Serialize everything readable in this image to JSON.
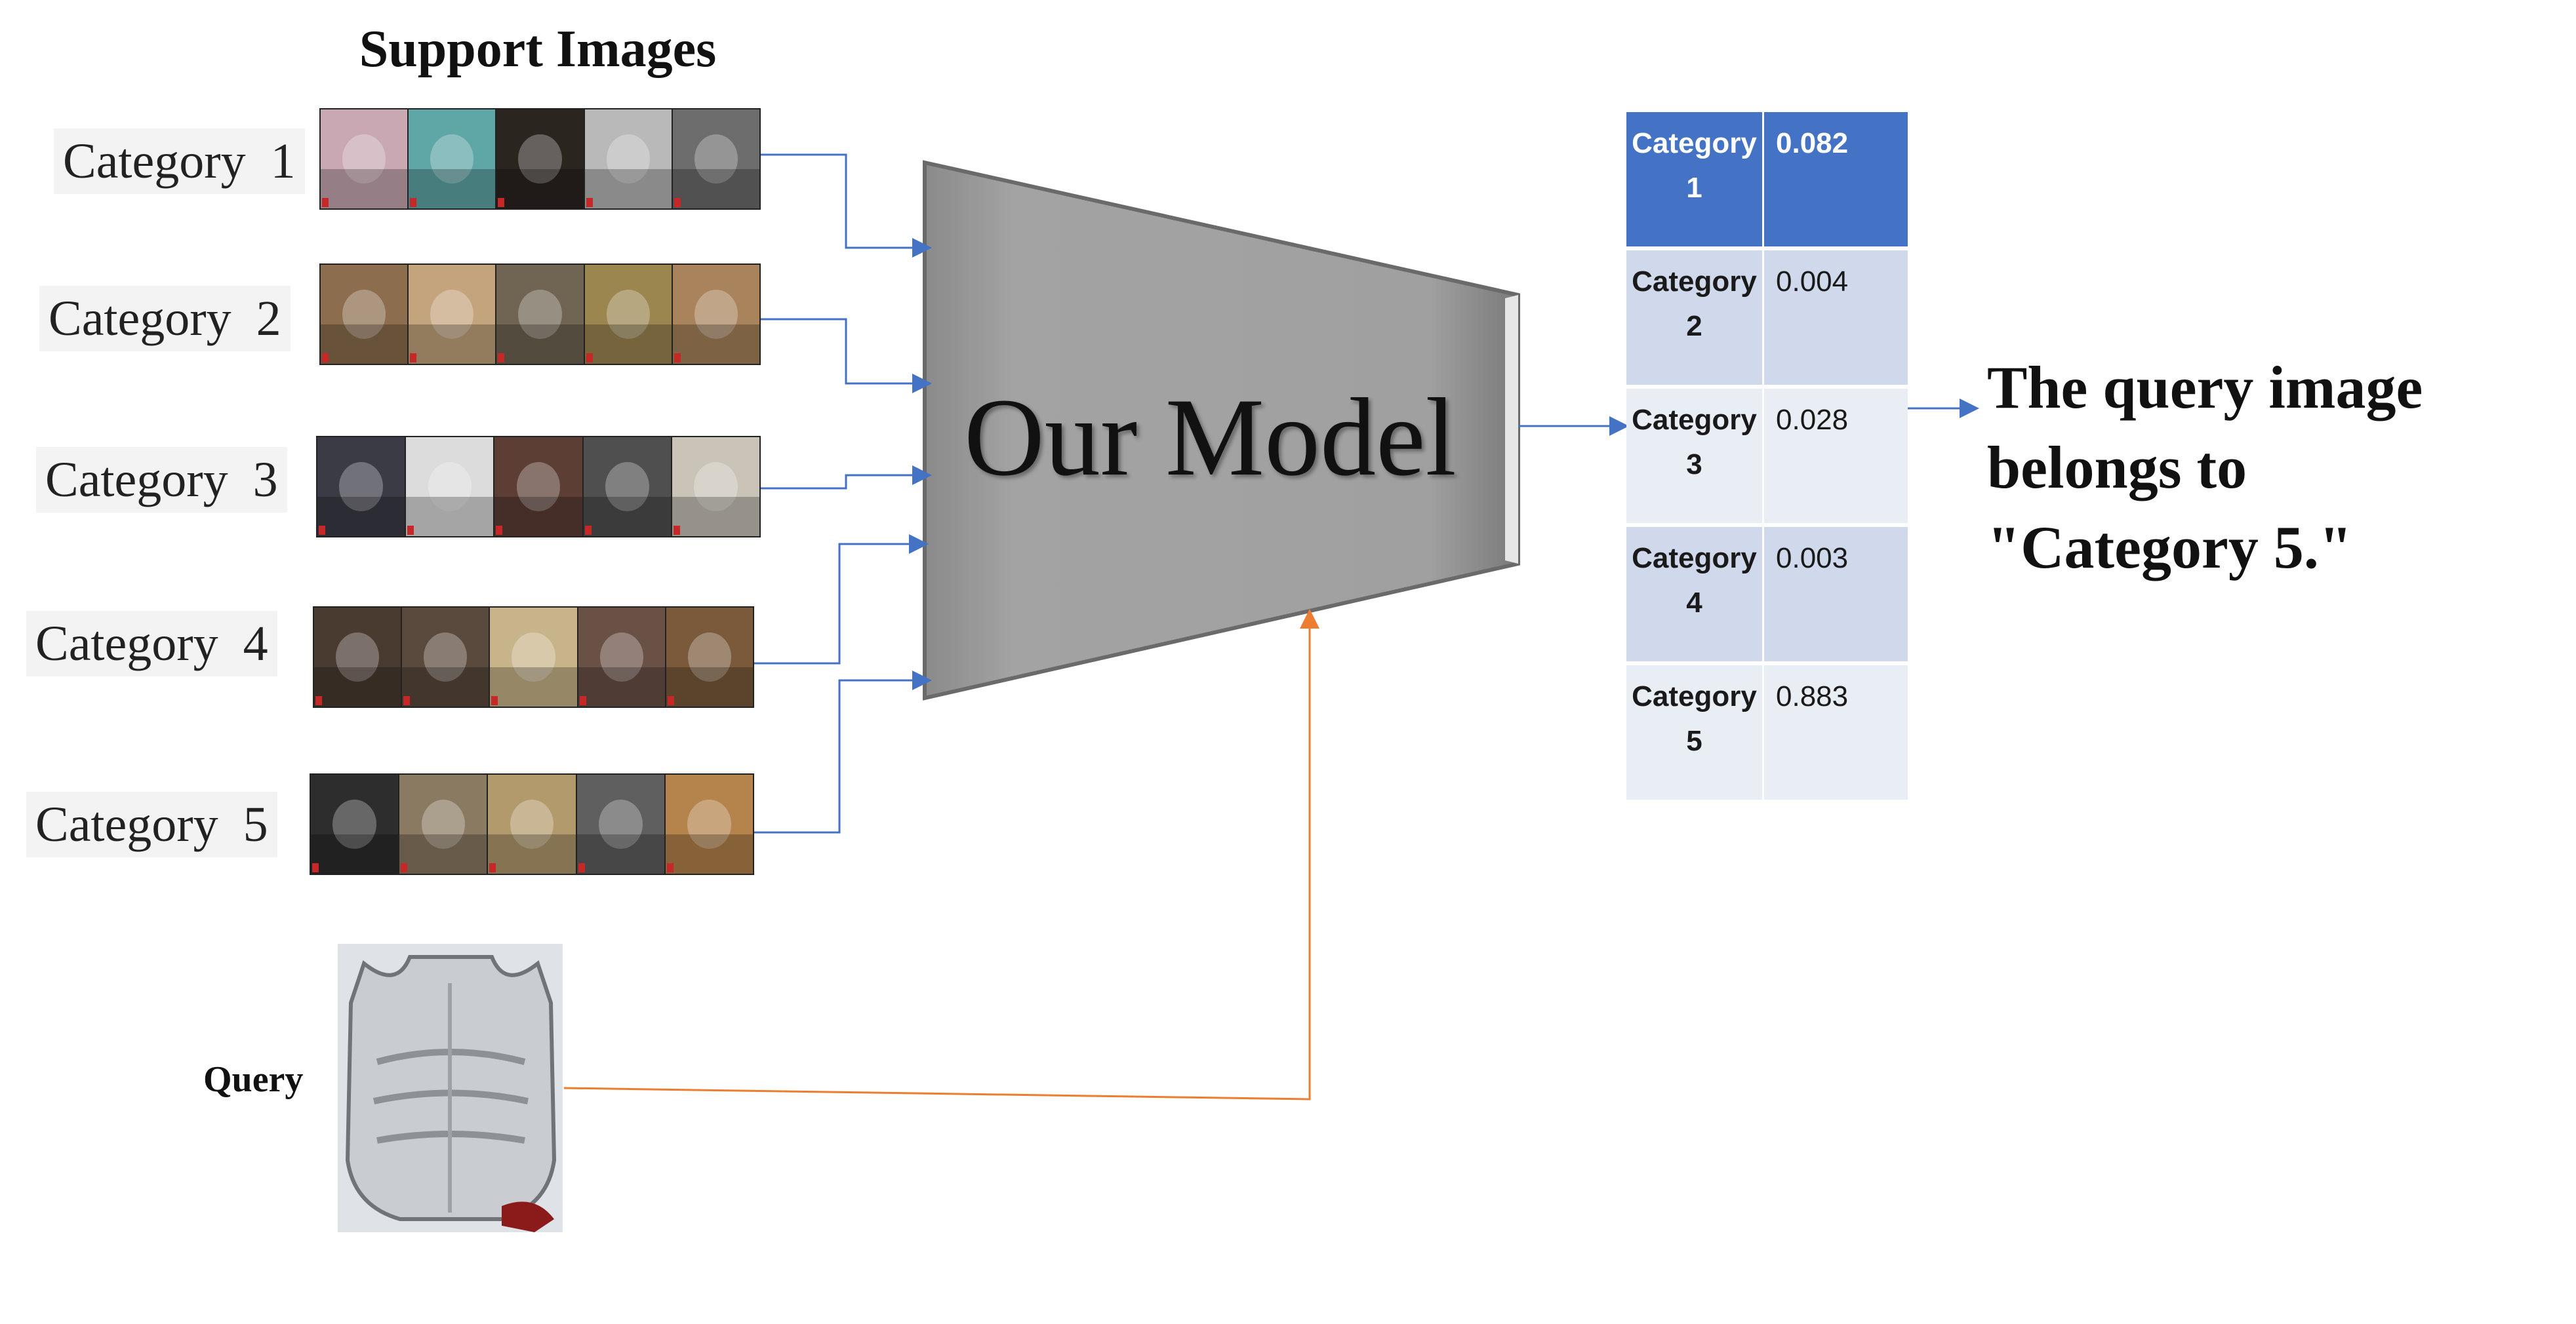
{
  "support_title": "Support Images",
  "categories": [
    {
      "label": "Category  1",
      "colors": [
        "#c9a8b4",
        "#5fa7a7",
        "#2b2520",
        "#b9b9b9",
        "#6d6d6d"
      ]
    },
    {
      "label": "Category  2",
      "colors": [
        "#8c6e4e",
        "#c4a47c",
        "#6f6552",
        "#9c8650",
        "#a9835b"
      ]
    },
    {
      "label": "Category  3",
      "colors": [
        "#3b3b46",
        "#dcdcdc",
        "#5c3e35",
        "#4f4f4f",
        "#c9c3b8"
      ]
    },
    {
      "label": "Category  4",
      "colors": [
        "#4a3b31",
        "#5a4a3d",
        "#c8b48a",
        "#6a5146",
        "#7b5a3b"
      ]
    },
    {
      "label": "Category  5",
      "colors": [
        "#2d2d2d",
        "#8b7a62",
        "#b39a6c",
        "#5f5f5f",
        "#b5834c"
      ]
    }
  ],
  "query_label": "Query",
  "model_label": "Our Model",
  "scores": [
    {
      "category": "Category\n1",
      "value": "0.082"
    },
    {
      "category": "Category\n2",
      "value": "0.004"
    },
    {
      "category": "Category\n3",
      "value": "0.028"
    },
    {
      "category": "Category\n4",
      "value": "0.003"
    },
    {
      "category": "Category\n5",
      "value": "0.883"
    }
  ],
  "result": "The query image belongs to \"Category 5.\"",
  "colors": {
    "support_arrows": "#4472c4",
    "query_arrow": "#ed7d31",
    "table_header": "#4472c4",
    "table_odd": "#d0d8eb",
    "table_even": "#e9edf4",
    "model_fill": "#9a9a9a"
  }
}
